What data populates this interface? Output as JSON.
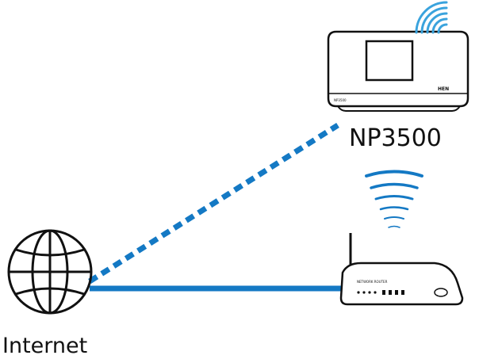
{
  "labels": {
    "device": "NP3500",
    "internet": "Internet"
  },
  "device_brand": "HEN",
  "device_model_small": "NP3500",
  "router_label_text": "NETWORK ROUTER",
  "colors": {
    "link": "#1479c4",
    "outline": "#111111",
    "background": "#ffffff",
    "signal": "#3aa3dd"
  },
  "icons": {
    "internet": "globe-icon",
    "device": "network-player-icon",
    "router": "wireless-router-icon",
    "wireless": "wifi-waves-icon"
  },
  "connections": [
    {
      "from": "internet",
      "to": "device",
      "style": "dashed",
      "kind": "wireless"
    },
    {
      "from": "internet",
      "to": "router",
      "style": "solid",
      "kind": "wired"
    }
  ]
}
